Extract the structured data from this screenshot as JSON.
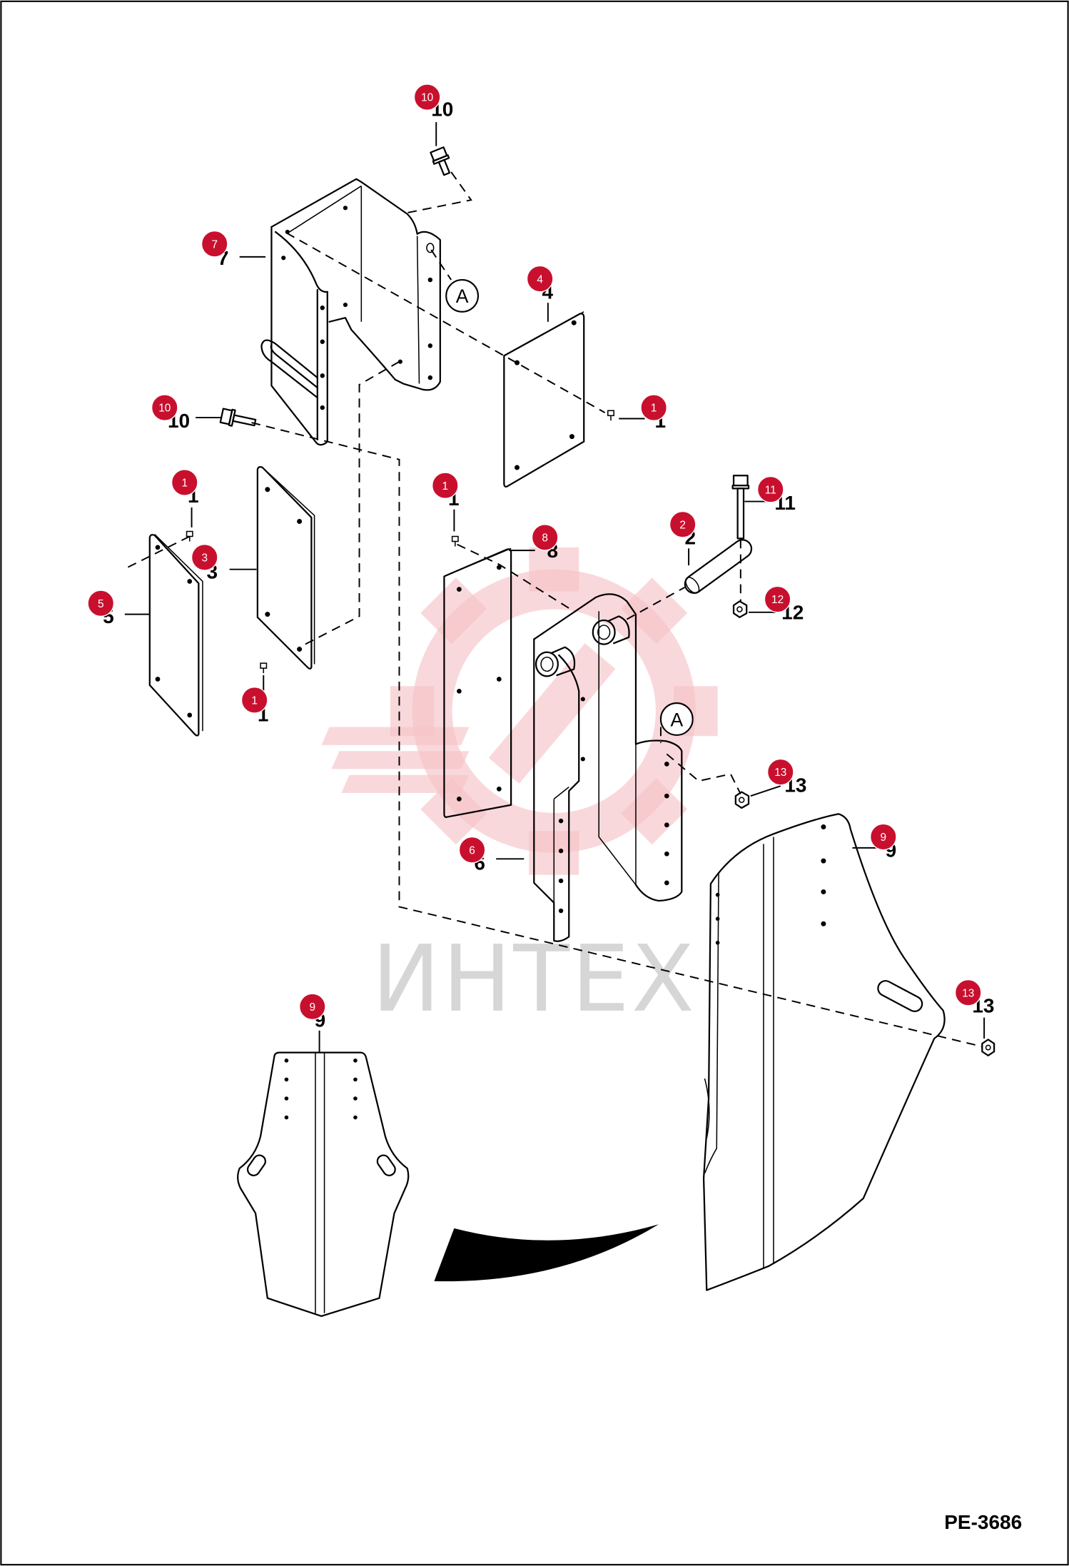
{
  "drawing_code": "PE-3686",
  "watermark": "ИНТЕХ",
  "reference_marks": [
    {
      "label": "A"
    },
    {
      "label": "A"
    }
  ],
  "callouts": [
    {
      "label": "10"
    },
    {
      "label": "7"
    },
    {
      "label": "4"
    },
    {
      "label": "1"
    },
    {
      "label": "10"
    },
    {
      "label": "1"
    },
    {
      "label": "3"
    },
    {
      "label": "5"
    },
    {
      "label": "1"
    },
    {
      "label": "1"
    },
    {
      "label": "8"
    },
    {
      "label": "2"
    },
    {
      "label": "11"
    },
    {
      "label": "12"
    },
    {
      "label": "13"
    },
    {
      "label": "6"
    },
    {
      "label": "9"
    },
    {
      "label": "13"
    },
    {
      "label": "9"
    }
  ],
  "colors": {
    "callout": "#c8102e",
    "line": "#000000",
    "watermark_logo": "#f6c3c7",
    "watermark_text": "#d6d6d6"
  }
}
